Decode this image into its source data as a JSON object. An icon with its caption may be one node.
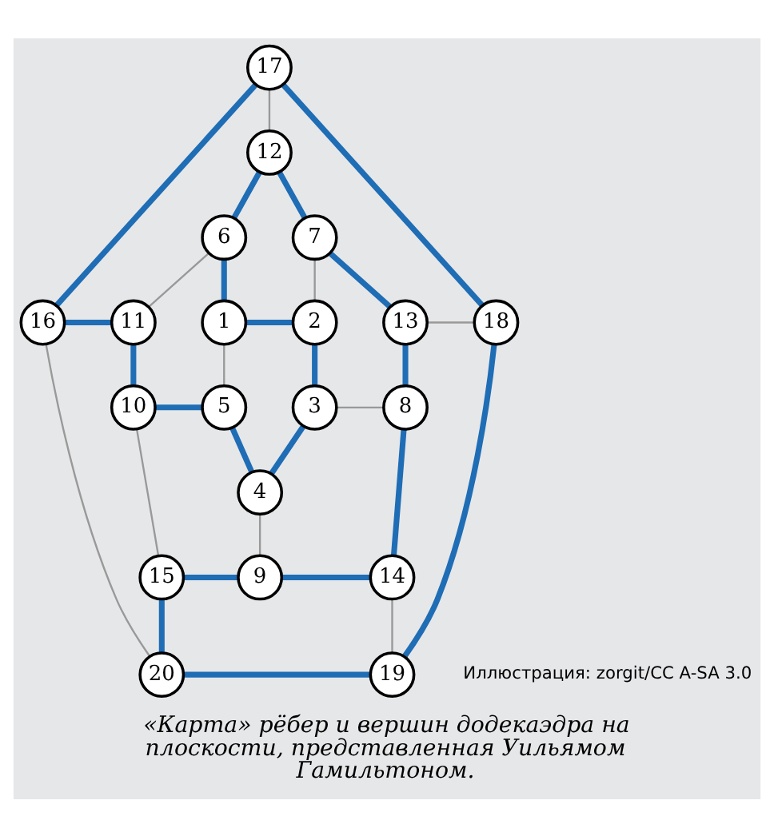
{
  "diagram": {
    "caption": "«Карта» рёбер и вершин додекаэдра на плоскости, представленная Уильямом Гамильтоном.",
    "nodes": [
      {
        "text": [
          "1"
        ]
      },
      {
        "text": [
          "2"
        ]
      },
      {
        "text": [
          "3"
        ]
      },
      {
        "text": [
          "4"
        ]
      },
      {
        "text": [
          "5"
        ]
      },
      {
        "text": [
          "6"
        ]
      },
      {
        "text": [
          "7"
        ]
      },
      {
        "text": [
          "8"
        ]
      },
      {
        "text": [
          "9"
        ]
      },
      {
        "text": [
          "10"
        ]
      },
      {
        "text": [
          "11"
        ]
      },
      {
        "text": [
          "12"
        ]
      },
      {
        "text": [
          "13"
        ]
      },
      {
        "text": [
          "14"
        ]
      },
      {
        "text": [
          "15"
        ]
      },
      {
        "text": [
          "16"
        ]
      },
      {
        "text": [
          "17"
        ]
      },
      {
        "text": [
          "18"
        ]
      },
      {
        "text": [
          "19"
        ]
      },
      {
        "text": [
          "20"
        ]
      }
    ],
    "edges": [
      {
        "from": 16,
        "to": 15,
        "arrow": "none"
      },
      {
        "from": 16,
        "to": 17,
        "arrow": "none"
      },
      {
        "from": 16,
        "to": 11,
        "arrow": "none",
        "color": "#999999"
      },
      {
        "from": 11,
        "to": 5,
        "arrow": "none"
      },
      {
        "from": 11,
        "to": 6,
        "arrow": "none"
      },
      {
        "from": 15,
        "to": 10,
        "arrow": "none"
      },
      {
        "from": 15,
        "to": 19,
        "arrow": "none",
        "color": "#999999"
      },
      {
        "from": 5,
        "to": 10,
        "arrow": "none",
        "color": "#999999"
      },
      {
        "from": 5,
        "to": 0,
        "arrow": "none"
      },
      {
        "from": 0,
        "to": 1,
        "arrow": "none"
      },
      {
        "from": 6,
        "to": 1,
        "arrow": "none",
        "color": "#999999"
      },
      {
        "from": 6,
        "to": 12,
        "arrow": "none"
      },
      {
        "from": 12,
        "to": 17,
        "arrow": "none",
        "color": "#999999"
      },
      {
        "from": 17,
        "to": 18,
        "arrow": "none"
      },
      {
        "from": 10,
        "to": 9,
        "arrow": "none"
      },
      {
        "from": 0,
        "to": 4,
        "arrow": "none",
        "color": "#999999"
      },
      {
        "from": 1,
        "to": 2,
        "arrow": "none"
      },
      {
        "from": 12,
        "to": 7,
        "arrow": "none"
      },
      {
        "from": 9,
        "to": 4,
        "arrow": "none"
      },
      {
        "from": 4,
        "to": 3,
        "arrow": "none"
      },
      {
        "from": 2,
        "to": 3,
        "arrow": "none"
      },
      {
        "from": 2,
        "to": 7,
        "arrow": "none",
        "color": "#999999"
      },
      {
        "from": 9,
        "to": 14,
        "arrow": "none",
        "color": "#999999"
      },
      {
        "from": 7,
        "to": 13,
        "arrow": "none"
      },
      {
        "from": 3,
        "to": 8,
        "arrow": "none",
        "color": "#999999"
      },
      {
        "from": 14,
        "to": 8,
        "arrow": "none"
      },
      {
        "from": 8,
        "to": 13,
        "arrow": "none"
      },
      {
        "from": 14,
        "to": 19,
        "arrow": "none"
      },
      {
        "from": 13,
        "to": 18,
        "arrow": "none",
        "color": "#999999"
      },
      {
        "from": 19,
        "to": 18,
        "arrow": "none"
      }
    ],
    "labels": [
      "Иллюстрация: zorgit/CC A-SA 3.0"
    ]
  }
}
